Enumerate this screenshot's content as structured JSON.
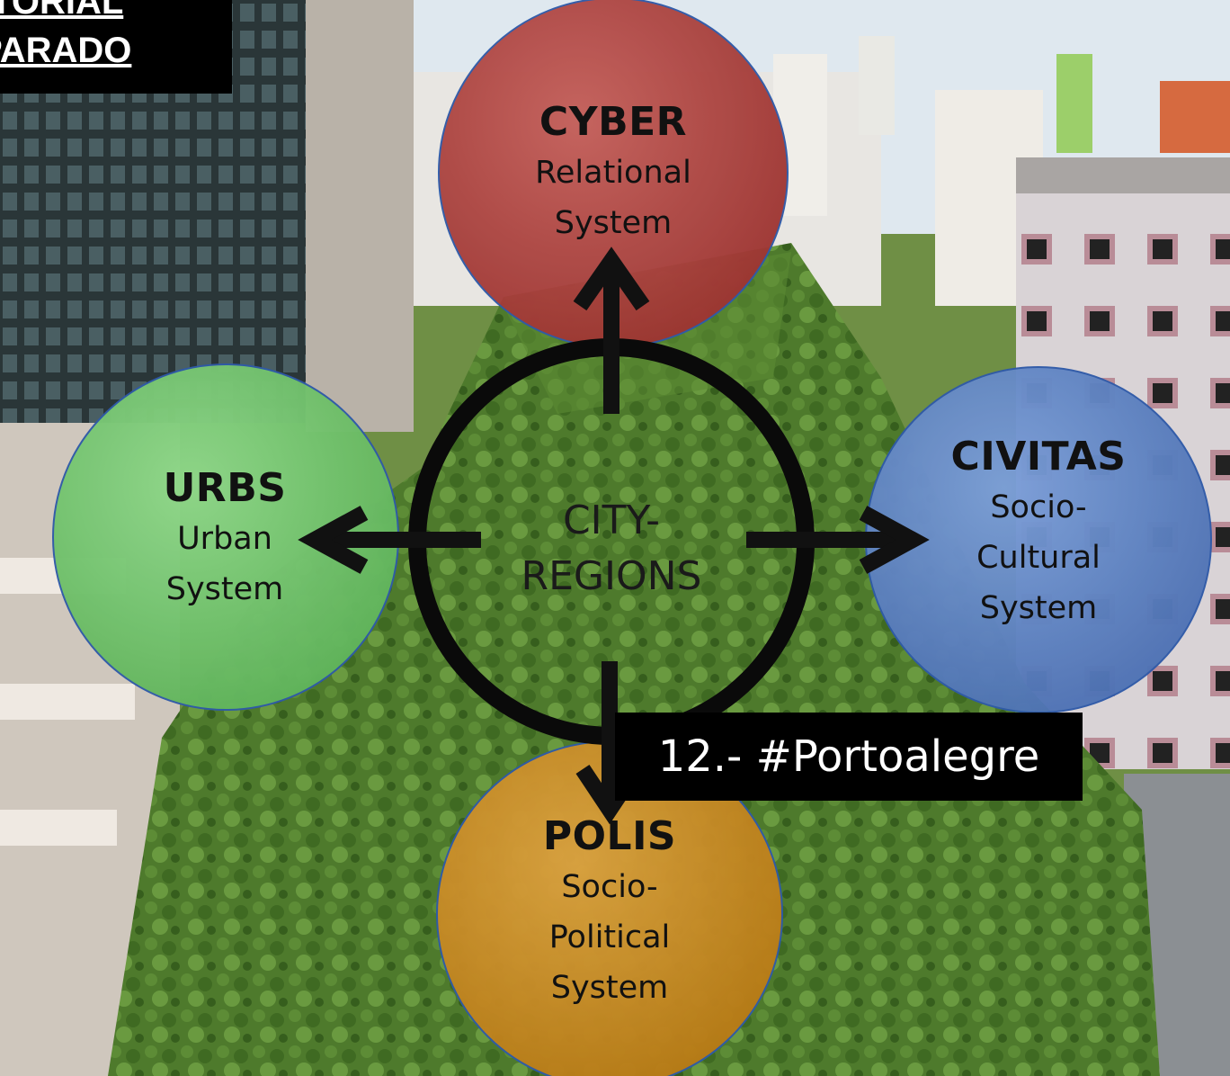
{
  "corner_label": {
    "line1": "ITORIAL",
    "line2": "PARADO"
  },
  "center": {
    "line1": "CITY-",
    "line2": "REGIONS"
  },
  "nodes": {
    "cyber": {
      "title": "CYBER",
      "lines": [
        "Relational",
        "System"
      ],
      "color": "#b3433f"
    },
    "urbs": {
      "title": "URBS",
      "lines": [
        "Urban",
        "System"
      ],
      "color": "#6fc46a"
    },
    "civitas": {
      "title": "CIVITAS",
      "lines": [
        "Socio-",
        "Cultural",
        "System"
      ],
      "color": "#5f84c4"
    },
    "polis": {
      "title": "POLIS",
      "lines": [
        "Socio-",
        "Political",
        "System"
      ],
      "color": "#c98a20"
    }
  },
  "caption": "12.- #Portoalegre",
  "colors": {
    "foliage": "#4f7a2f",
    "sky": "#dfe8ef",
    "building_light": "#d8d2cc",
    "building_dark": "#2b3a3f"
  }
}
